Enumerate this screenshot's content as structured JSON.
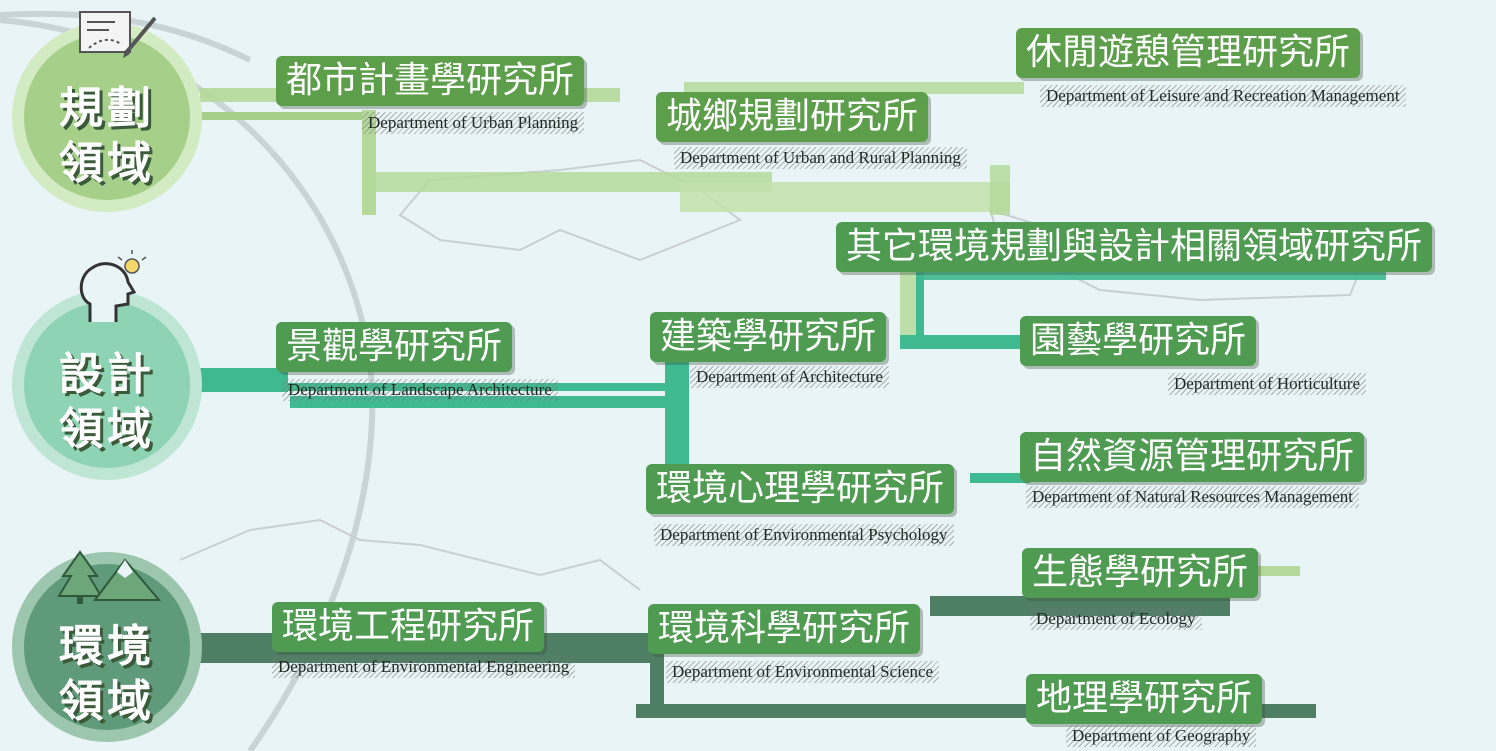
{
  "categories": [
    {
      "id": "planning",
      "label": "規劃領域",
      "line1": "規劃",
      "line2": "領域",
      "icon": "blueprint-pencil-icon",
      "color": "#a6d08a"
    },
    {
      "id": "design",
      "label": "設計領域",
      "line1": "設計",
      "line2": "領域",
      "icon": "head-lightbulb-icon",
      "color": "#8ed3b4"
    },
    {
      "id": "environment",
      "label": "環境領域",
      "line1": "環境",
      "line2": "領域",
      "icon": "tree-mountain-icon",
      "color": "#5f9a7a"
    }
  ],
  "nodes": {
    "urban_planning": {
      "zh": "都市計畫學研究所",
      "en": "Department of Urban Planning"
    },
    "urban_rural": {
      "zh": "城鄉規劃研究所",
      "en": "Department of Urban and Rural Planning"
    },
    "leisure": {
      "zh": "休閒遊憩管理研究所",
      "en": "Department of Leisure and Recreation Management"
    },
    "other_env": {
      "zh": "其它環境規劃與設計相關領域研究所",
      "en": ""
    },
    "landscape": {
      "zh": "景觀學研究所",
      "en": "Department of Landscape Architecture"
    },
    "architecture": {
      "zh": "建築學研究所",
      "en": "Department of Architecture"
    },
    "horticulture": {
      "zh": "園藝學研究所",
      "en": "Department of Horticulture"
    },
    "env_psych": {
      "zh": "環境心理學研究所",
      "en": "Department of Environmental Psychology"
    },
    "natural_res": {
      "zh": "自然資源管理研究所",
      "en": "Department of Natural Resources Management"
    },
    "ecology": {
      "zh": "生態學研究所",
      "en": "Department of Ecology"
    },
    "env_eng": {
      "zh": "環境工程研究所",
      "en": "Department of Environmental Engineering"
    },
    "env_sci": {
      "zh": "環境科學研究所",
      "en": "Department of Environmental Science"
    },
    "geography": {
      "zh": "地理學研究所",
      "en": "Department of Geography"
    }
  },
  "colors": {
    "background": "#e9f4f6",
    "planning_line": "#a6d08a",
    "design_line": "#3fb98f",
    "environment_line": "#4e7e63",
    "label_fill": "#5d9e4a"
  }
}
